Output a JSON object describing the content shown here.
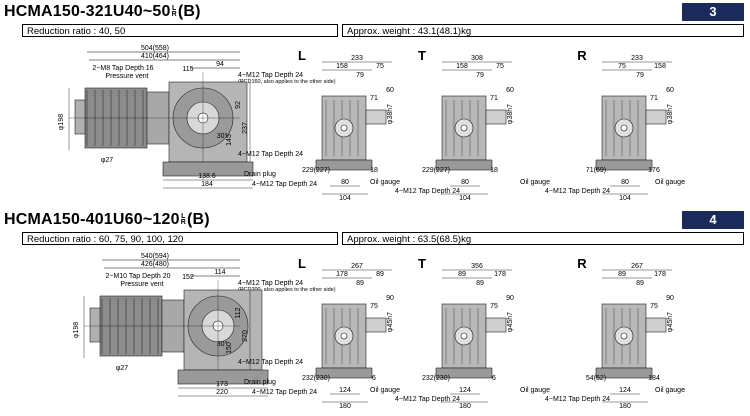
{
  "sections": [
    {
      "model_prefix": "HCMA150-321U40~50",
      "model_frac_top": "L",
      "model_frac_bot": "R",
      "model_suffix": "(B)",
      "badge": "3",
      "reduction_ratio": "Reduction ratio : 40, 50",
      "approx_weight": "Approx. weight : 43.1(48.1)kg",
      "side": {
        "d_top": "504(558)",
        "d_2": "410(464)",
        "d_3": "94",
        "tap_depth": "2−M8 Tap Depth 16",
        "d_115": "115",
        "pressure_vent": "Pressure vent",
        "tap_m12": "4−M12 Tap Depth 24",
        "pcd_note": "(PCD160, also applies to the other side)",
        "d_92": "92",
        "d_30": "30°",
        "phi198": "φ198",
        "d_145": "145",
        "d_237": "237",
        "phi27": "φ27",
        "d_1386": "138.6",
        "d_184": "184",
        "tap_m12b": "4−M12 Tap Depth 24",
        "drain_plug": "Drain plug"
      },
      "views": [
        {
          "letter": "L",
          "w_top": "233",
          "w_a": "158",
          "w_b": "75",
          "w_c": "79",
          "h1": "60",
          "h2": "71",
          "shaft": "φ38h7",
          "d_base": "229(227)",
          "d_base2": "18",
          "d_80": "80",
          "d_104": "104"
        },
        {
          "letter": "T",
          "w_top": "308",
          "w_a": "158",
          "w_b": "75",
          "w_c": "79",
          "h1": "60",
          "h2": "71",
          "shaft": "φ38h7",
          "d_base": "229(227)",
          "d_base2": "18",
          "d_80": "80",
          "d_104": "104"
        },
        {
          "letter": "R",
          "w_top": "233",
          "w_a": "75",
          "w_b": "158",
          "w_c": "79",
          "h1": "60",
          "h2": "71",
          "shaft": "φ38h7",
          "d_base": "71(69)",
          "d_base2": "176",
          "d_80": "80",
          "d_104": "104"
        }
      ],
      "oil_gauge": "Oil gauge",
      "tap_bottom": "4−M12 Tap Depth 24"
    },
    {
      "model_prefix": "HCMA150-401U60~120",
      "model_frac_top": "L",
      "model_frac_bot": "R",
      "model_suffix": "(B)",
      "badge": "4",
      "reduction_ratio": "Reduction ratio : 60, 75, 90, 100, 120",
      "approx_weight": "Approx. weight : 63.5(68.5)kg",
      "side": {
        "d_top": "540(594)",
        "d_2": "426(480)",
        "d_3": "114",
        "tap_depth": "2−M10 Tap Depth 20",
        "d_115": "152",
        "pressure_vent": "Pressure vent",
        "tap_m12": "4−M12 Tap Depth 24",
        "pcd_note": "(PCD200, also applies to the other side)",
        "d_92": "112",
        "d_30": "30°",
        "phi198": "φ198",
        "d_145": "150",
        "d_237": "270",
        "phi27": "φ27",
        "d_1386": "173",
        "d_184": "220",
        "tap_m12b": "4−M12 Tap Depth 24",
        "drain_plug": "Drain plug"
      },
      "views": [
        {
          "letter": "L",
          "w_top": "267",
          "w_a": "178",
          "w_b": "89",
          "w_c": "89",
          "h1": "90",
          "h2": "75",
          "shaft": "φ45h7",
          "d_base": "232(230)",
          "d_base2": "6",
          "d_80": "124",
          "d_104": "180"
        },
        {
          "letter": "T",
          "w_top": "356",
          "w_a": "89",
          "w_b": "178",
          "w_c": "89",
          "h1": "90",
          "h2": "75",
          "shaft": "φ45h7",
          "d_base": "232(230)",
          "d_base2": "6",
          "d_80": "124",
          "d_104": "180"
        },
        {
          "letter": "R",
          "w_top": "267",
          "w_a": "89",
          "w_b": "178",
          "w_c": "89",
          "h1": "90",
          "h2": "75",
          "shaft": "φ45h7",
          "d_base": "54(52)",
          "d_base2": "184",
          "d_80": "124",
          "d_104": "180"
        }
      ],
      "oil_gauge": "Oil gauge",
      "tap_bottom": "4−M12 Tap Depth 24"
    }
  ]
}
